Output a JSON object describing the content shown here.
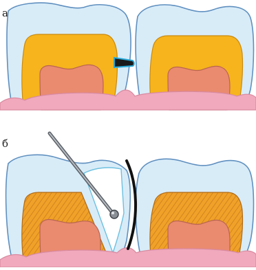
{
  "panels": [
    {
      "label": "а"
    },
    {
      "label": "б"
    }
  ],
  "colors": {
    "enamel": "#d8ecf8",
    "enamel_stroke": "#5f8fbf",
    "dentin_a": "#f7b41c",
    "dentin_b": "#f0a128",
    "dentin_hatch": "#c7781f",
    "pulp": "#ea8a6f",
    "pulp_stroke": "#b96550",
    "gum": "#f0a9bd",
    "gum_stroke": "#d98aa0",
    "probe": "#7a7f87",
    "cavity_outline": "#6dc0e0",
    "matrix_band": "#111111"
  },
  "icons": {
    "caries_marker": "dark-caries-spot",
    "instrument": "dental-probe-with-ball-tip",
    "matrix": "curved-matrix-band"
  }
}
